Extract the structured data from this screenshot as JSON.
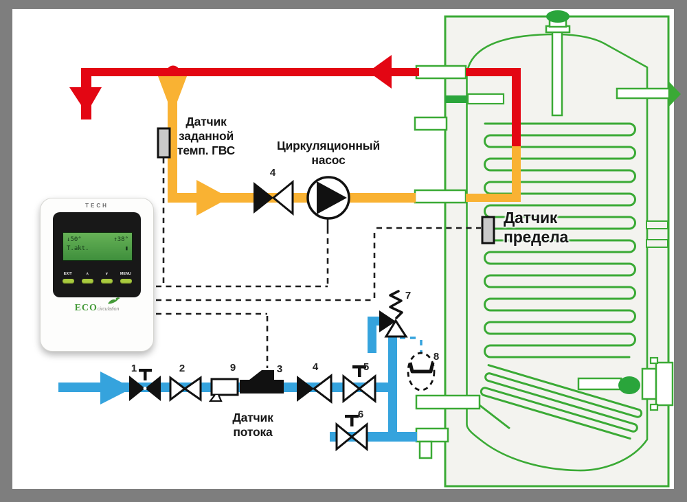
{
  "canvas": {
    "frame_color": "#7e7e7e",
    "surface_color": "#ffffff"
  },
  "colors": {
    "red": "#e30613",
    "orange": "#f9b233",
    "blue": "#35a3dd",
    "green": "#3aaa35",
    "green_dark": "#2aa53b",
    "line_black": "#141414",
    "sensor_gray": "#c9c9c9"
  },
  "controller": {
    "brand": "TECH",
    "screen": {
      "row1_left": "↓50°",
      "row1_right": "↑38°",
      "row2_left": "T.akt.",
      "row2_right": "▮"
    },
    "buttons": [
      {
        "name": "exit",
        "icon": "EXIT"
      },
      {
        "name": "up",
        "icon": "∧"
      },
      {
        "name": "down",
        "icon": "∨"
      },
      {
        "name": "menu",
        "icon": "MENU"
      }
    ],
    "logo": {
      "main": "ECO",
      "sub": "circulation"
    }
  },
  "labels": {
    "dhw_sensor": {
      "line1": "Датчик",
      "line2": "заданной",
      "line3": "темп. ГВС"
    },
    "circulation_pump": {
      "line1": "Циркуляционный",
      "line2": "насос"
    },
    "limit_sensor": {
      "line1": "Датчик",
      "line2": "предела"
    },
    "flow_sensor": {
      "line1": "Датчик",
      "line2": "потока"
    }
  },
  "component_numbers": {
    "valve1": "1",
    "valve2": "2",
    "meter9": "9",
    "flow_sensor3": "3",
    "check_valve4_cold": "4",
    "valve5": "5",
    "valve6": "6",
    "safety_valve7": "7",
    "optional8": "8",
    "check_valve4_dhw": "4"
  }
}
